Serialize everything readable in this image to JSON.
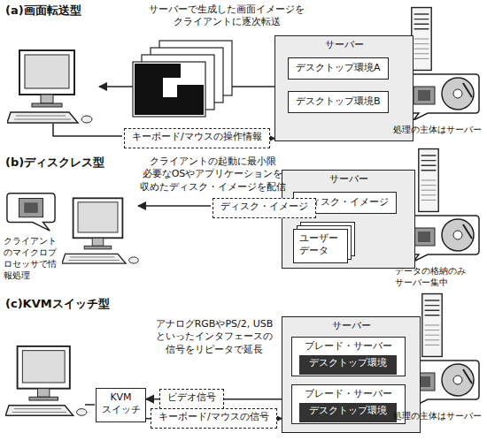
{
  "diagram": {
    "nodes": [
      {
        "text": [
          "サーバー"
        ]
      },
      {
        "text": [
          "デスクトップ環境A"
        ],
        "in": 0
      },
      {
        "text": [
          "デスクトップ環境B"
        ],
        "in": 0
      },
      {
        "text": [
          "キーボード/マウスの操作情報"
        ]
      },
      {
        "text": [
          "サーバー"
        ]
      },
      {
        "text": [
          "ディスク・イメージ"
        ],
        "in": 4
      },
      {
        "text": [
          "ユーザー データ"
        ],
        "in": 4
      },
      {
        "text": [
          "ディスク・イメージ"
        ]
      },
      {
        "text": [
          "サーバー"
        ]
      },
      {
        "text": [
          "ブレード・サーバー"
        ],
        "in": 8
      },
      {
        "text": [
          "デスクトップ環境"
        ],
        "in": 9
      },
      {
        "text": [
          "ブレード・サーバー"
        ],
        "in": 8
      },
      {
        "text": [
          "デスクトップ環境"
        ],
        "in": 11
      },
      {
        "text": [
          "KVM スイッチ"
        ]
      },
      {
        "text": [
          "ビデオ信号"
        ]
      },
      {
        "text": [
          "キーボード/マウスの信号"
        ]
      }
    ],
    "edges": [
      {
        "from": 3,
        "to": 0,
        "arrow": "to"
      },
      {
        "from": 4,
        "to": 7,
        "arrow": "none"
      },
      {
        "from": 8,
        "to": 14,
        "arrow": "none"
      },
      {
        "from": 14,
        "to": 13,
        "arrow": "to"
      },
      {
        "from": 13,
        "to": 15,
        "arrow": "none"
      },
      {
        "from": 15,
        "to": 8,
        "arrow": "to"
      }
    ],
    "labels": [
      "(a)画面転送型",
      "サーバーで生成した画面イメージを クライアントに逐次転送",
      "処理の主体はサーバー",
      "(b)ディスクレス型",
      "クライアントの起動に最小限 必要なOSやアプリケーションを 収めたディスク・イメージを配信",
      "クライアントのマイクロプロセッサで情報処理",
      "データの格納のみ サーバー集中",
      "(c)KVMスイッチ型",
      "アナログRGBやPS/2, USB といったインタフェースの 信号をリピータで延長",
      "処理の主体はサーバー"
    ]
  }
}
